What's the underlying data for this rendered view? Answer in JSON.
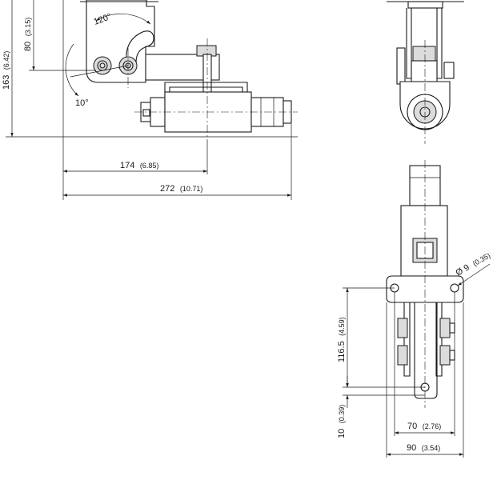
{
  "dimensions": {
    "d163": {
      "value": "163",
      "unit": "(6.42)"
    },
    "d80": {
      "value": "80",
      "unit": "(3.15)"
    },
    "d174": {
      "value": "174",
      "unit": "(6.85)"
    },
    "d272": {
      "value": "272",
      "unit": "(10.71)"
    },
    "d116": {
      "value": "116.5",
      "unit": "(4.59)"
    },
    "d10": {
      "value": "10",
      "unit": "(0.39)"
    },
    "d70": {
      "value": "70",
      "unit": "(2.76)"
    },
    "d90": {
      "value": "90",
      "unit": "(3.54)"
    },
    "hole": {
      "value": "Ø 9",
      "unit": "(0.35)"
    }
  },
  "angles": {
    "a120": "120°",
    "a10": "10°"
  }
}
